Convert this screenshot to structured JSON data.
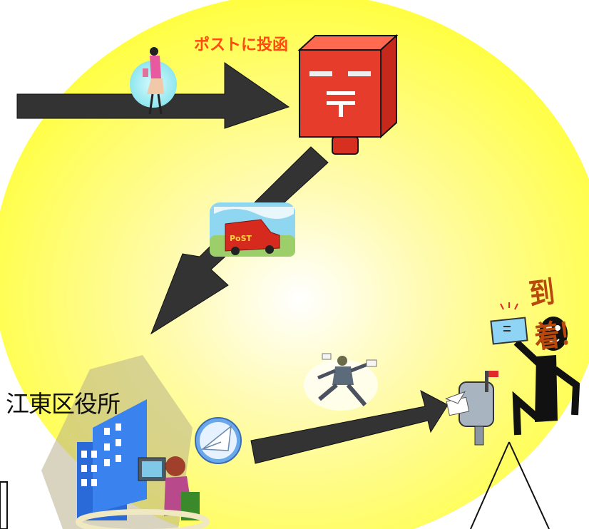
{
  "labels": {
    "post": "ポストに投函",
    "arrive": "到着！",
    "office": "江東区役所"
  },
  "colors": {
    "background_blob": "#ffff3c",
    "arrow": "#333333",
    "postbox": "#e63c2c",
    "post_label": "#ff4a10",
    "arrive_label": "#b8480c"
  },
  "icons": [
    "walking-woman-icon",
    "postbox-icon",
    "post-van-icon",
    "office-building-icon",
    "office-worker-icon",
    "email-icon",
    "running-courier-icon",
    "mailbox-icon",
    "stick-figure-icon"
  ]
}
